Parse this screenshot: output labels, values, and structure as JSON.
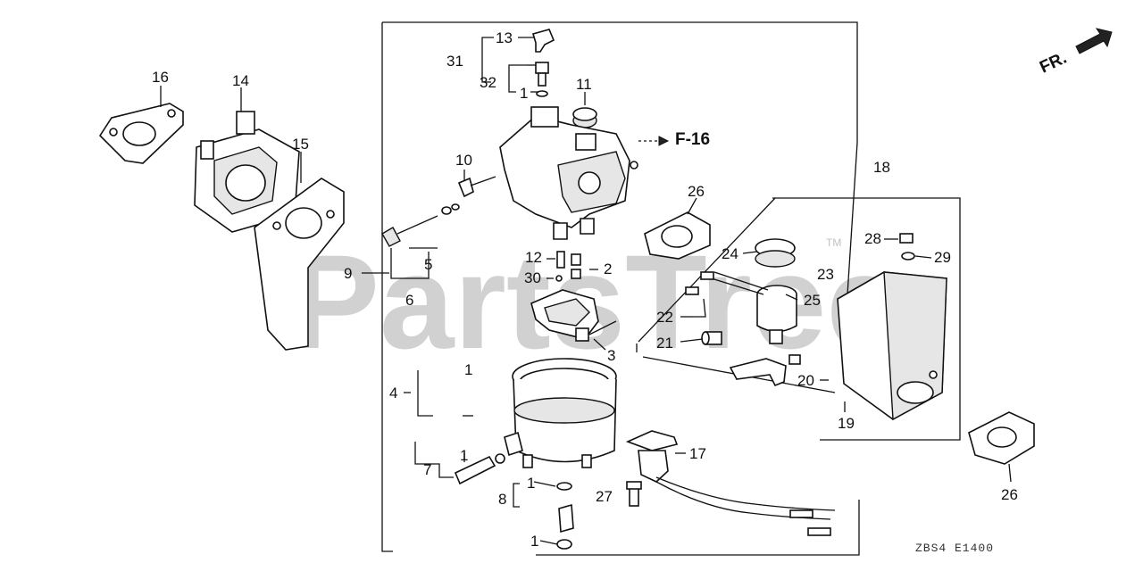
{
  "watermark": {
    "text": "PartsTree",
    "trademark": "TM"
  },
  "front_indicator": "FR.",
  "ref_figure": "F-16",
  "diagram_code": "ZBS4 E1400",
  "callouts": {
    "c1a": "1",
    "c1b": "1",
    "c1c": "1",
    "c1d": "1",
    "c1e": "1",
    "c2": "2",
    "c3": "3",
    "c4": "4",
    "c5": "5",
    "c6": "6",
    "c7": "7",
    "c8": "8",
    "c9": "9",
    "c10": "10",
    "c11": "11",
    "c12": "12",
    "c13": "13",
    "c14": "14",
    "c15": "15",
    "c16": "16",
    "c17": "17",
    "c18": "18",
    "c19": "19",
    "c20": "20",
    "c21": "21",
    "c22": "22",
    "c23": "23",
    "c24": "24",
    "c25": "25",
    "c26a": "26",
    "c26b": "26",
    "c27": "27",
    "c28": "28",
    "c29": "29",
    "c30": "30",
    "c31": "31",
    "c32": "32"
  }
}
